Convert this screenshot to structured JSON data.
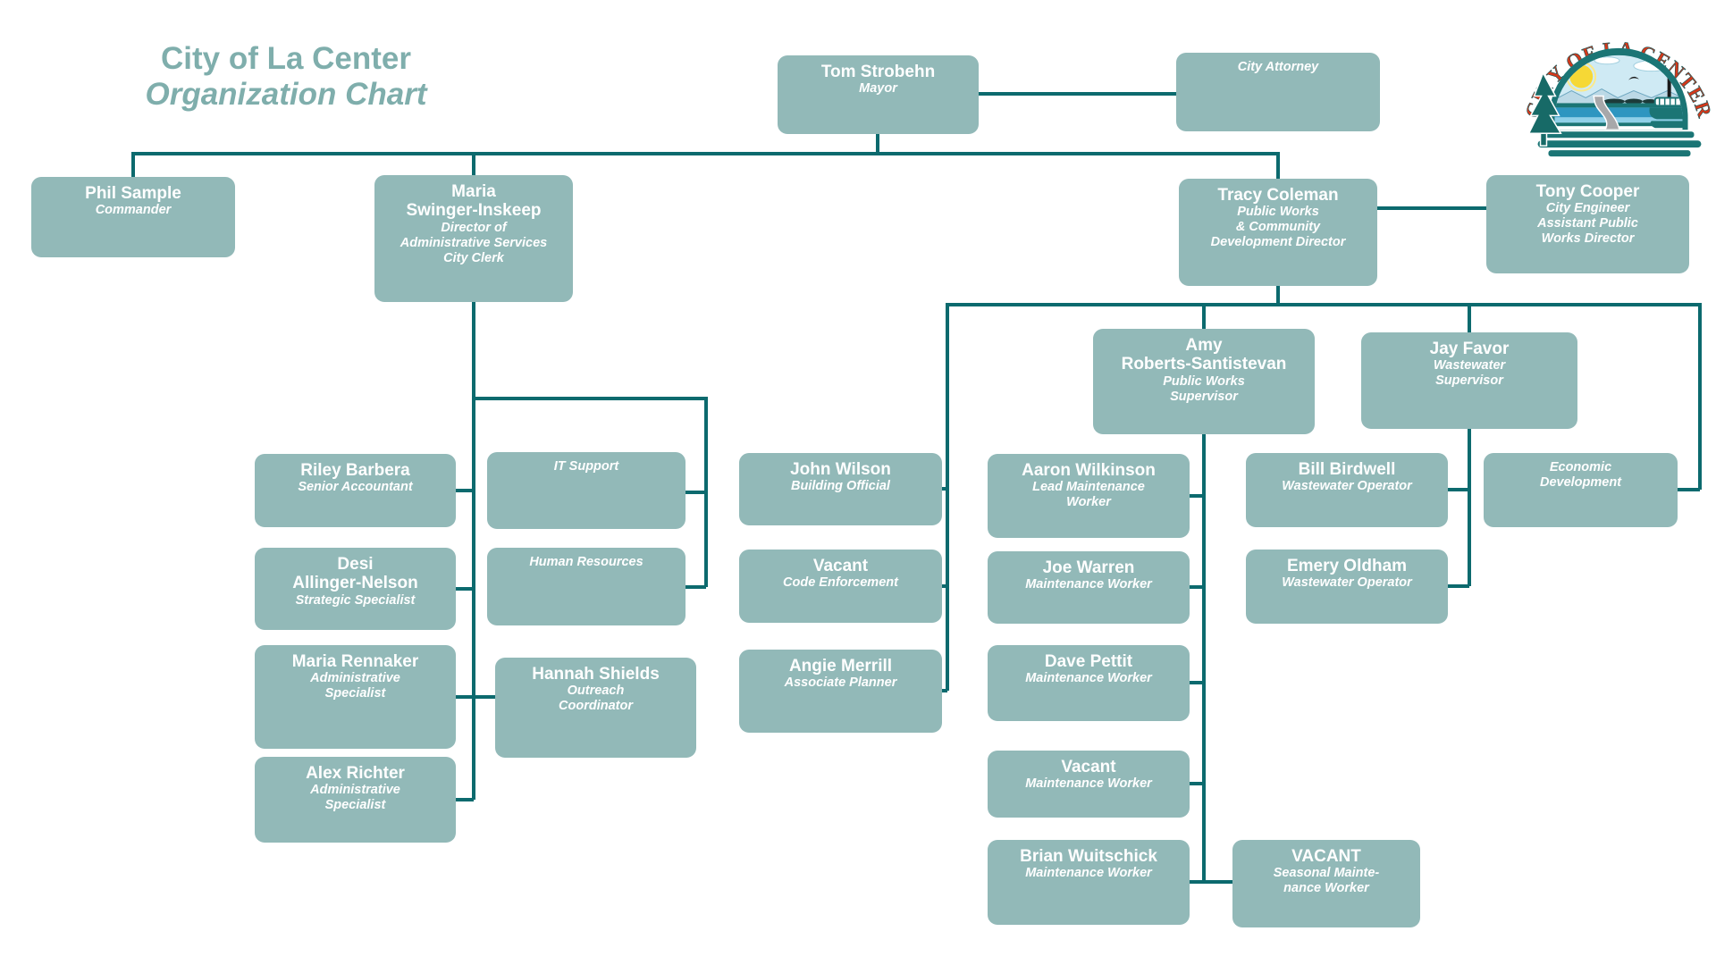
{
  "title": {
    "line1": "City of La Center",
    "line2": "Organization Chart"
  },
  "logo": {
    "arc_text": "CITY OF LA CENTER"
  },
  "colors": {
    "box_fill": "#92B9B8",
    "connector": "#0C6A6E",
    "title_text": "#7FAEAC",
    "box_text": "#FFFFFF",
    "logo_text_red": "#D2391C",
    "logo_teal": "#1B7575"
  },
  "boxes": {
    "mayor": {
      "name": "Tom Strobehn",
      "title": "Mayor"
    },
    "city_attorney": {
      "title": "City Attorney"
    },
    "phil_sample": {
      "name": "Phil Sample",
      "title": "Commander"
    },
    "maria_swinger_inskeep": {
      "name": "Maria\nSwinger-Inskeep",
      "title": "Director of\nAdministrative Services\nCity Clerk"
    },
    "tracy_coleman": {
      "name": "Tracy Coleman",
      "title": "Public Works\n& Community\nDevelopment Director"
    },
    "tony_cooper": {
      "name": "Tony Cooper",
      "title": "City Engineer\nAssistant Public\nWorks Director"
    },
    "amy_roberts_santistevan": {
      "name": "Amy\nRoberts-Santistevan",
      "title": "Public Works\nSupervisor"
    },
    "jay_favor": {
      "name": "Jay Favor",
      "title": "Wastewater\nSupervisor"
    },
    "riley_barbera": {
      "name": "Riley Barbera",
      "title": "Senior Accountant"
    },
    "desi_allinger_nelson": {
      "name": "Desi\nAllinger-Nelson",
      "title": "Strategic Specialist"
    },
    "maria_rennaker": {
      "name": "Maria Rennaker",
      "title": "Administrative\nSpecialist"
    },
    "alex_richter": {
      "name": "Alex Richter",
      "title": "Administrative\nSpecialist"
    },
    "it_support": {
      "title": "IT Support"
    },
    "human_resources": {
      "title": "Human Resources"
    },
    "hannah_shields": {
      "name": "Hannah Shields",
      "title": "Outreach\nCoordinator"
    },
    "john_wilson": {
      "name": "John Wilson",
      "title": "Building Official"
    },
    "vacant_code": {
      "name": "Vacant",
      "title": "Code Enforcement"
    },
    "angie_merrill": {
      "name": "Angie Merrill",
      "title": "Associate Planner"
    },
    "aaron_wilkinson": {
      "name": "Aaron Wilkinson",
      "title": "Lead Maintenance\nWorker"
    },
    "joe_warren": {
      "name": "Joe Warren",
      "title": "Maintenance Worker"
    },
    "dave_pettit": {
      "name": "Dave Pettit",
      "title": "Maintenance Worker"
    },
    "vacant_maintenance": {
      "name": "Vacant",
      "title": "Maintenance Worker"
    },
    "brian_wuitschick": {
      "name": "Brian Wuitschick",
      "title": "Maintenance Worker"
    },
    "vacant_seasonal": {
      "name": "VACANT",
      "title": "Seasonal Mainte-\nnance Worker"
    },
    "bill_birdwell": {
      "name": "Bill Birdwell",
      "title": "Wastewater Operator"
    },
    "emery_oldham": {
      "name": "Emery Oldham",
      "title": "Wastewater Operator"
    },
    "economic_development": {
      "title": "Economic\nDevelopment"
    }
  }
}
